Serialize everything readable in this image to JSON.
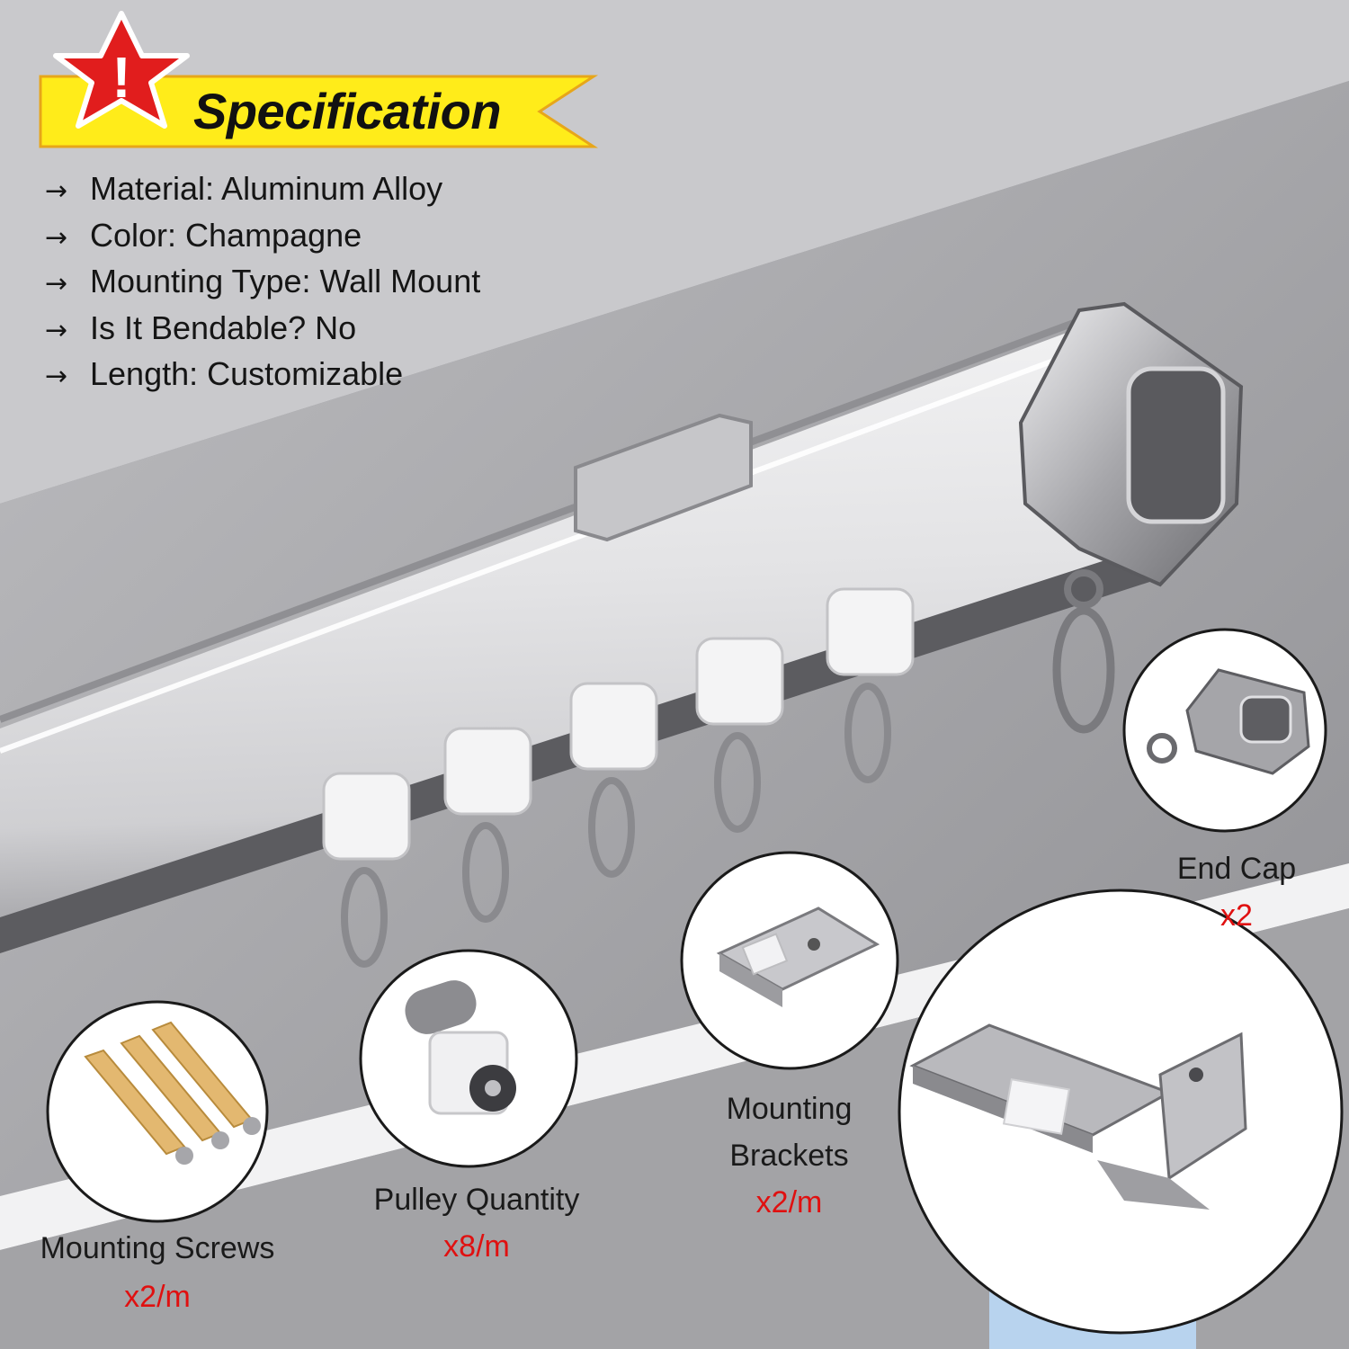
{
  "banner": {
    "title": "Specification",
    "badge_symbol": "!",
    "colors": {
      "ribbon": "#ffec1a",
      "star": "#e11d1d",
      "text": "#111111"
    }
  },
  "specs": {
    "arrow": "→",
    "items": [
      "Material: Aluminum Alloy",
      "Color: Champagne",
      "Mounting Type: Wall Mount",
      "Is It Bendable? No",
      "Length: Customizable"
    ]
  },
  "components": [
    {
      "label": "Mounting Screws",
      "qty": "x2/m",
      "icon": "wall-anchor-screws-icon"
    },
    {
      "label": "Pulley Quantity",
      "qty": "x8/m",
      "icon": "pulley-glider-icon"
    },
    {
      "label": "Mounting\nBrackets",
      "label_lines": [
        "Mounting",
        "Brackets"
      ],
      "qty": "x2/m",
      "icon": "mounting-bracket-icon"
    },
    {
      "label": "End Cap",
      "qty": "x2",
      "icon": "end-cap-icon"
    }
  ],
  "colors": {
    "qty_red": "#e01010",
    "rail_silver": "#d9d9dc",
    "wall_gray": "#9a9a9d"
  }
}
